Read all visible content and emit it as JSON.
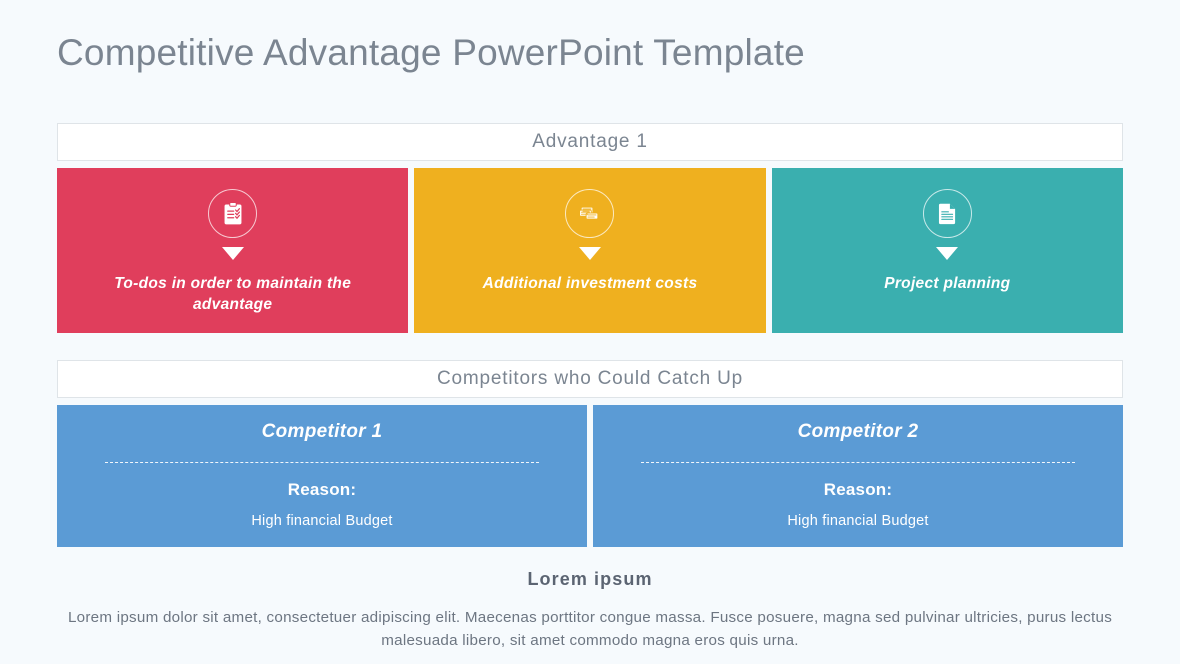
{
  "title": "Competitive Advantage PowerPoint Template",
  "colors": {
    "background": "#f6fafd",
    "title_text": "#7b8591",
    "card_red": "#e03e5c",
    "card_yellow": "#efb01f",
    "card_teal": "#3aafaf",
    "competitor_blue": "#5b9bd5",
    "bar_background": "#ffffff",
    "bar_border": "#dfe4e8",
    "footer_text": "#6d7682"
  },
  "advantage_section": {
    "bar_label": "Advantage 1",
    "cards": [
      {
        "icon": "clipboard-checklist-icon",
        "label": "To-dos in order to maintain the advantage",
        "color": "#e03e5c"
      },
      {
        "icon": "money-stack-icon",
        "label": "Additional  investment  costs",
        "color": "#efb01f"
      },
      {
        "icon": "document-file-icon",
        "label": "Project planning",
        "color": "#3aafaf"
      }
    ]
  },
  "competitors_section": {
    "bar_label": "Competitors who Could Catch Up",
    "items": [
      {
        "title": "Competitor 1",
        "reason_label": "Reason:",
        "reason_value": "High financial Budget"
      },
      {
        "title": "Competitor 2",
        "reason_label": "Reason:",
        "reason_value": "High financial Budget"
      }
    ]
  },
  "footer": {
    "heading": "Lorem ipsum",
    "body": "Lorem ipsum dolor sit amet, consectetuer adipiscing elit. Maecenas porttitor congue massa. Fusce posuere, magna sed pulvinar ultricies, purus lectus malesuada libero, sit amet commodo magna eros quis urna."
  }
}
